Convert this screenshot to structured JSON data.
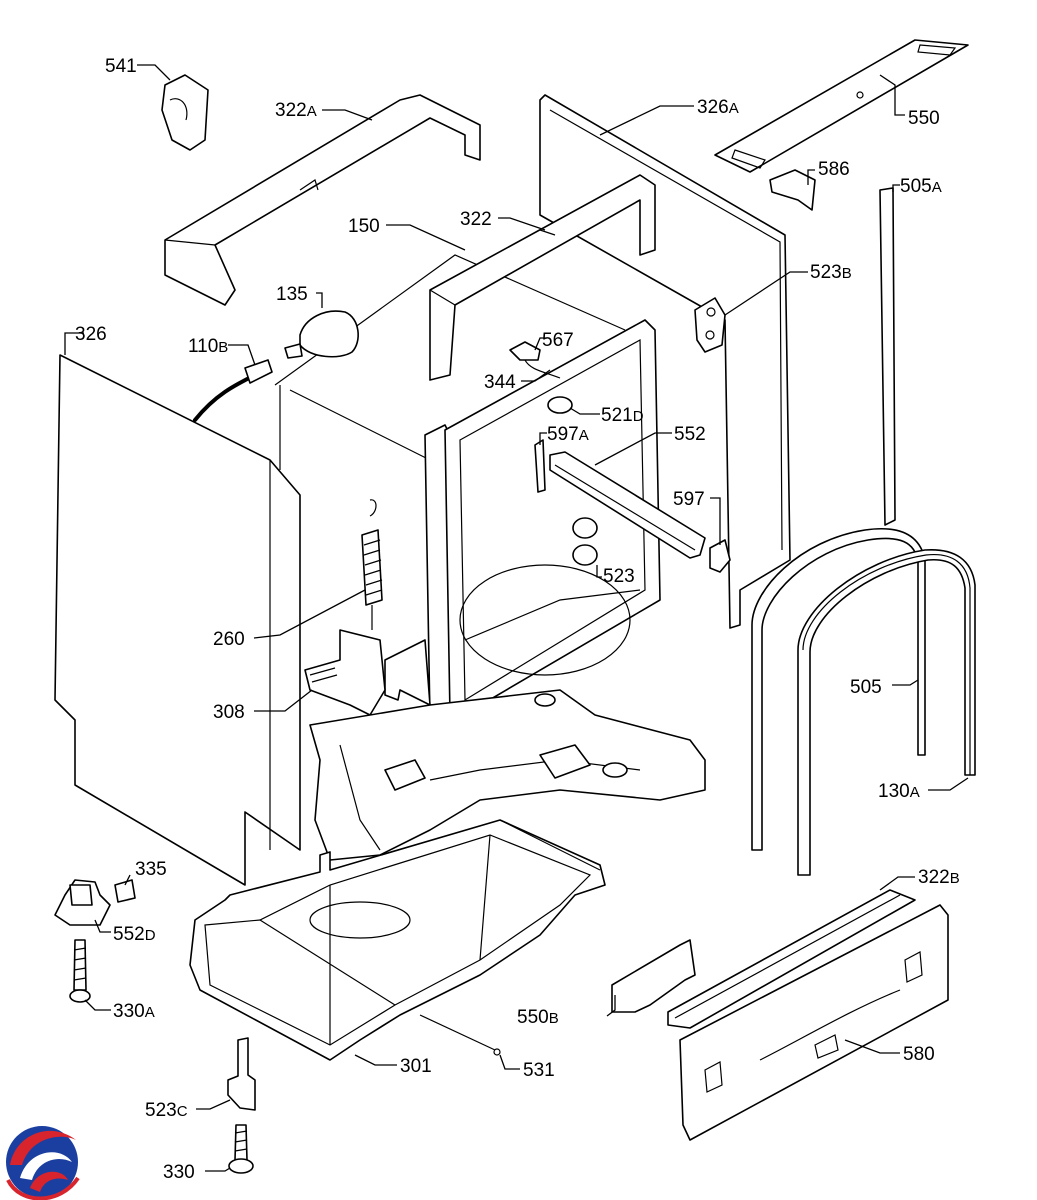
{
  "labels": {
    "p541": {
      "num": "541",
      "suffix": ""
    },
    "p322A": {
      "num": "322",
      "suffix": "A"
    },
    "p326A": {
      "num": "326",
      "suffix": "A"
    },
    "p550": {
      "num": "550",
      "suffix": ""
    },
    "p586": {
      "num": "586",
      "suffix": ""
    },
    "p505A": {
      "num": "505",
      "suffix": "A"
    },
    "p150": {
      "num": "150",
      "suffix": ""
    },
    "p322": {
      "num": "322",
      "suffix": ""
    },
    "p135": {
      "num": "135",
      "suffix": ""
    },
    "p523B": {
      "num": "523",
      "suffix": "B"
    },
    "p326": {
      "num": "326",
      "suffix": ""
    },
    "p110B": {
      "num": "110",
      "suffix": "B"
    },
    "p567": {
      "num": "567",
      "suffix": ""
    },
    "p344": {
      "num": "344",
      "suffix": ""
    },
    "p521D": {
      "num": "521",
      "suffix": "D"
    },
    "p597A": {
      "num": "597",
      "suffix": "A"
    },
    "p552": {
      "num": "552",
      "suffix": ""
    },
    "p597": {
      "num": "597",
      "suffix": ""
    },
    "p523": {
      "num": "523",
      "suffix": ""
    },
    "p260": {
      "num": "260",
      "suffix": ""
    },
    "p505": {
      "num": "505",
      "suffix": ""
    },
    "p308": {
      "num": "308",
      "suffix": ""
    },
    "p130A": {
      "num": "130",
      "suffix": "A"
    },
    "p335": {
      "num": "335",
      "suffix": ""
    },
    "p322B": {
      "num": "322",
      "suffix": "B"
    },
    "p552D": {
      "num": "552",
      "suffix": "D"
    },
    "p330A": {
      "num": "330",
      "suffix": "A"
    },
    "p550B": {
      "num": "550",
      "suffix": "B"
    },
    "p580": {
      "num": "580",
      "suffix": ""
    },
    "p301": {
      "num": "301",
      "suffix": ""
    },
    "p531": {
      "num": "531",
      "suffix": ""
    },
    "p523C": {
      "num": "523",
      "suffix": "C"
    },
    "p330": {
      "num": "330",
      "suffix": ""
    }
  },
  "logo": {
    "colors": [
      "#1b3fa0",
      "#d8242c"
    ]
  }
}
